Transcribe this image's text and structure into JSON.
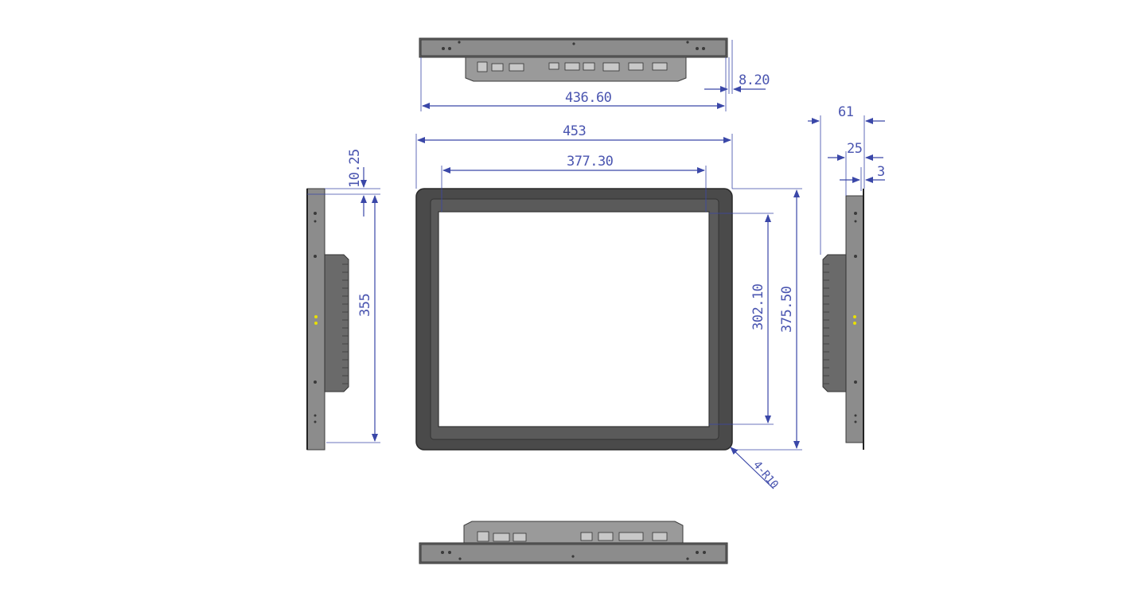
{
  "dimensions": {
    "top_width": "436.60",
    "top_depth": "8.20",
    "overall_width": "453",
    "screen_width": "377.30",
    "left_offset": "10.25",
    "left_height": "355",
    "screen_height": "302.10",
    "overall_height": "375.50",
    "side_depth": "61",
    "side_panel": "25",
    "side_bezel": "3",
    "corner_radius": "4-R10"
  },
  "colors": {
    "dimension_line": "#3a47a8",
    "bezel": "#4a4a4a",
    "metal": "#8c8c8c"
  }
}
